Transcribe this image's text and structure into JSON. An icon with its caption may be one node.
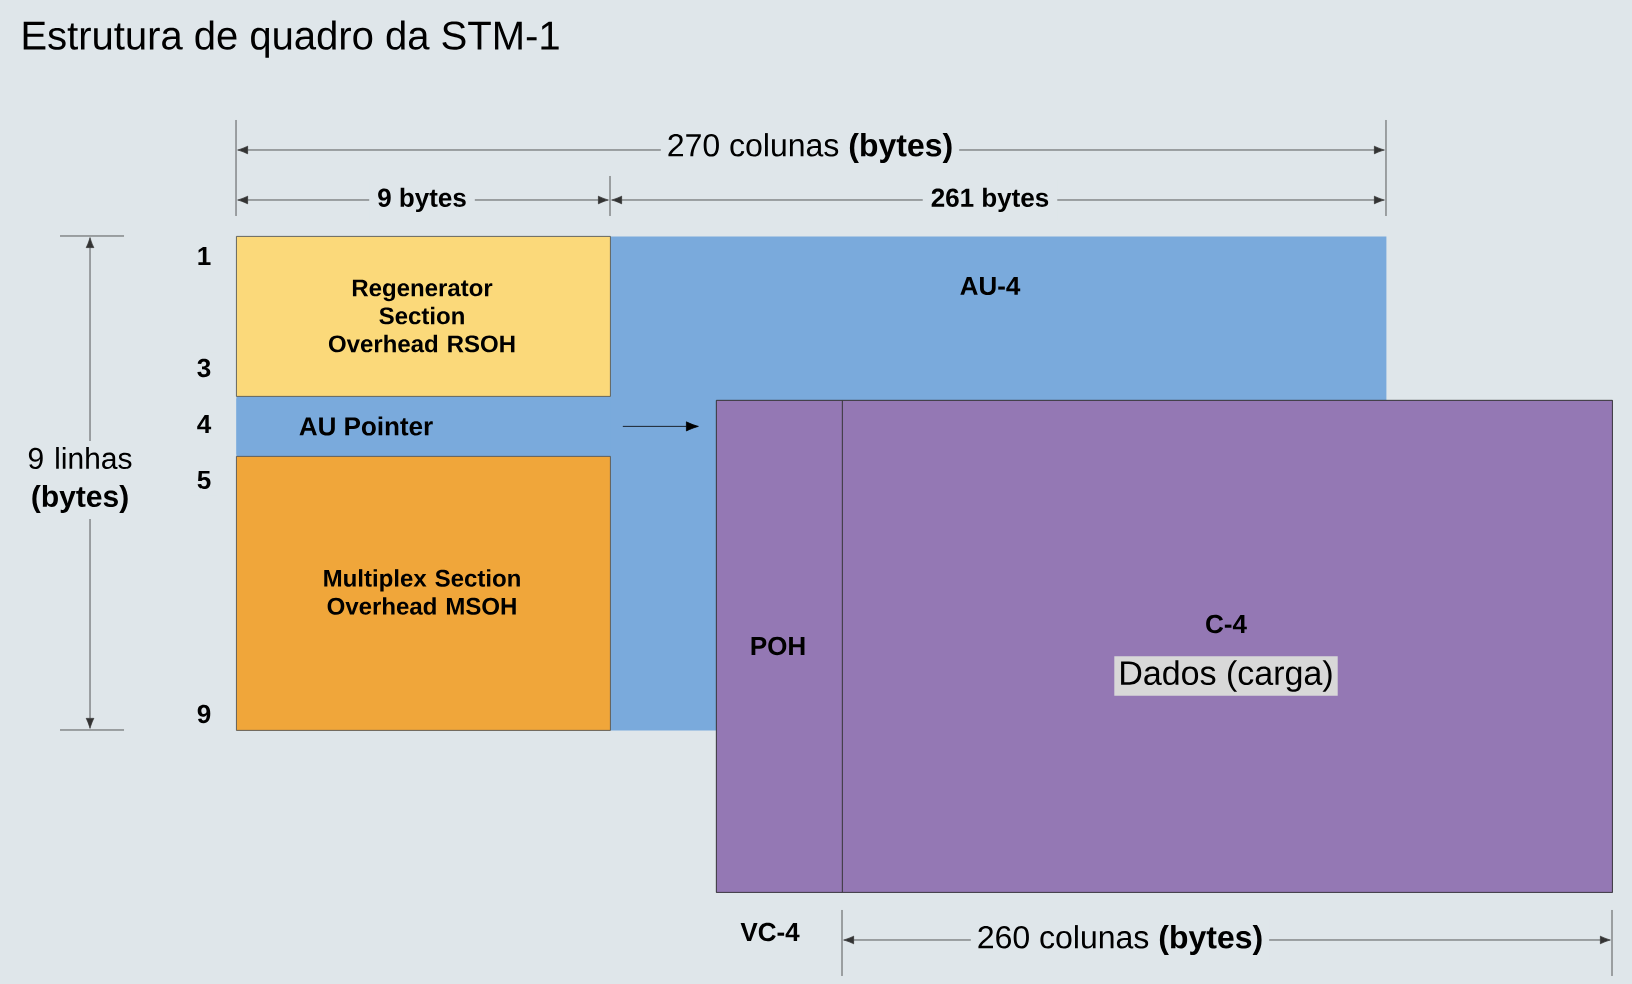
{
  "diagram": {
    "title": "Estrutura de quadro da STM-1",
    "nodes": [
      {
        "text": [
          "AU-4"
        ]
      },
      {
        "text": [
          "Regenerator Section Overhead RSOH"
        ],
        "in": 0
      },
      {
        "text": [
          "AU Pointer"
        ],
        "in": 0
      },
      {
        "text": [
          "Multiplex Section Overhead MSOH"
        ],
        "in": 0
      },
      {
        "text": [
          "VC-4"
        ]
      },
      {
        "text": [
          "POH"
        ],
        "in": 4
      },
      {
        "text": [
          "C-4",
          "Dados (carga)"
        ],
        "in": 4
      }
    ],
    "edges": [
      {
        "from": 2,
        "to": 4,
        "arrow": "to"
      }
    ],
    "labels": [
      "270 colunas **(bytes)**",
      "9 bytes",
      "261 bytes",
      "1",
      "9 linhas **(bytes)**",
      "3",
      "4",
      "5",
      "9",
      "260 colunas **(bytes)**"
    ]
  }
}
